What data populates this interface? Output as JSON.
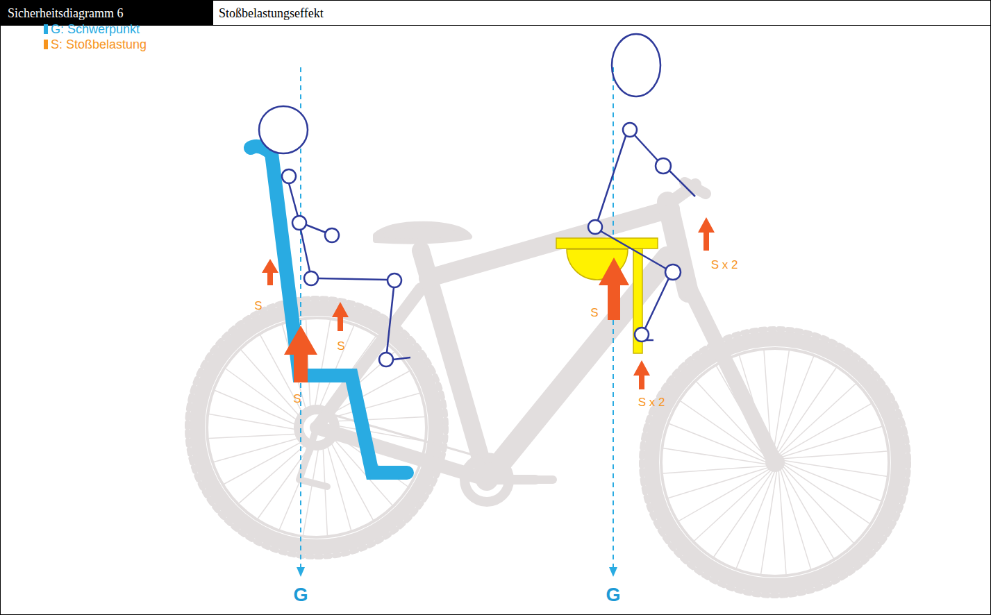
{
  "diagram": {
    "title": "Sicherheitsdiagramm 6",
    "labels": [
      "Stoßbelastungseffekt",
      "S",
      "S",
      "S",
      "G",
      "S",
      "S x 2",
      "S x 2",
      "G"
    ],
    "legend": [
      {
        "text": "G: Schwerpunkt",
        "color": "#29abe2"
      },
      {
        "text": "S: Stoßbelastung",
        "color": "#f7941d"
      }
    ]
  }
}
